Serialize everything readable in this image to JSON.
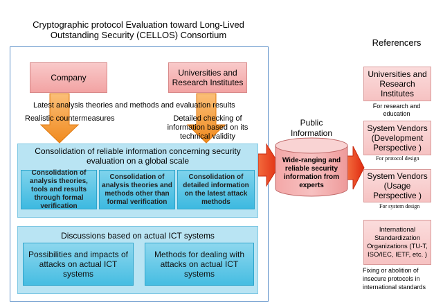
{
  "title": {
    "line1": "Cryptographic protocol Evaluation toward Long-Lived",
    "line2": "Outstanding Security (CELLOS) Consortium"
  },
  "referencers_title": "Referencers",
  "sources": {
    "company": "Company",
    "universities": "Universities and Research Institutes"
  },
  "flows": {
    "latest_analysis": "Latest analysis theories and methods and evaluation results",
    "realistic": "Realistic countermeasures",
    "detailed": "Detailed checking of information based on its technical validity"
  },
  "consolidation": {
    "heading": "Consolidation of reliable information concerning security evaluation on a global scale",
    "items": [
      "Consolidation of analysis theories, tools and results through formal verification",
      "Consolidation of analysis theories and methods other than formal verification",
      "Consolidation of detailed information on the latest attack methods"
    ]
  },
  "discussions": {
    "heading": "Discussions based on actual ICT systems",
    "items": [
      "Possibilities and impacts of attacks on actual ICT systems",
      "Methods for dealing with attacks on actual ICT systems"
    ]
  },
  "public_info": {
    "label": "Public Information",
    "content": "Wide-ranging and reliable security information from experts"
  },
  "referencers": [
    {
      "name": "Universities and Research Institutes",
      "note": "For research and education"
    },
    {
      "name": "System Vendors (Development Perspective )",
      "note": "For protocol design"
    },
    {
      "name": "System Vendors (Usage Perspective )",
      "note": "For system design"
    },
    {
      "name": "International Standardization Organizations (TU-T, ISO/IEC, IETF, etc. )",
      "note": "Fixing or abolition of insecure protocols in international standards"
    }
  ],
  "colors": {
    "outer_border": "#5b8fc8",
    "pink_box": "#f2a3a3",
    "light_blue": "#b9e4f3",
    "teal": "#3db9e0",
    "arrow_orange": "#f59a3a",
    "arrow_red": "#e83b1e"
  }
}
